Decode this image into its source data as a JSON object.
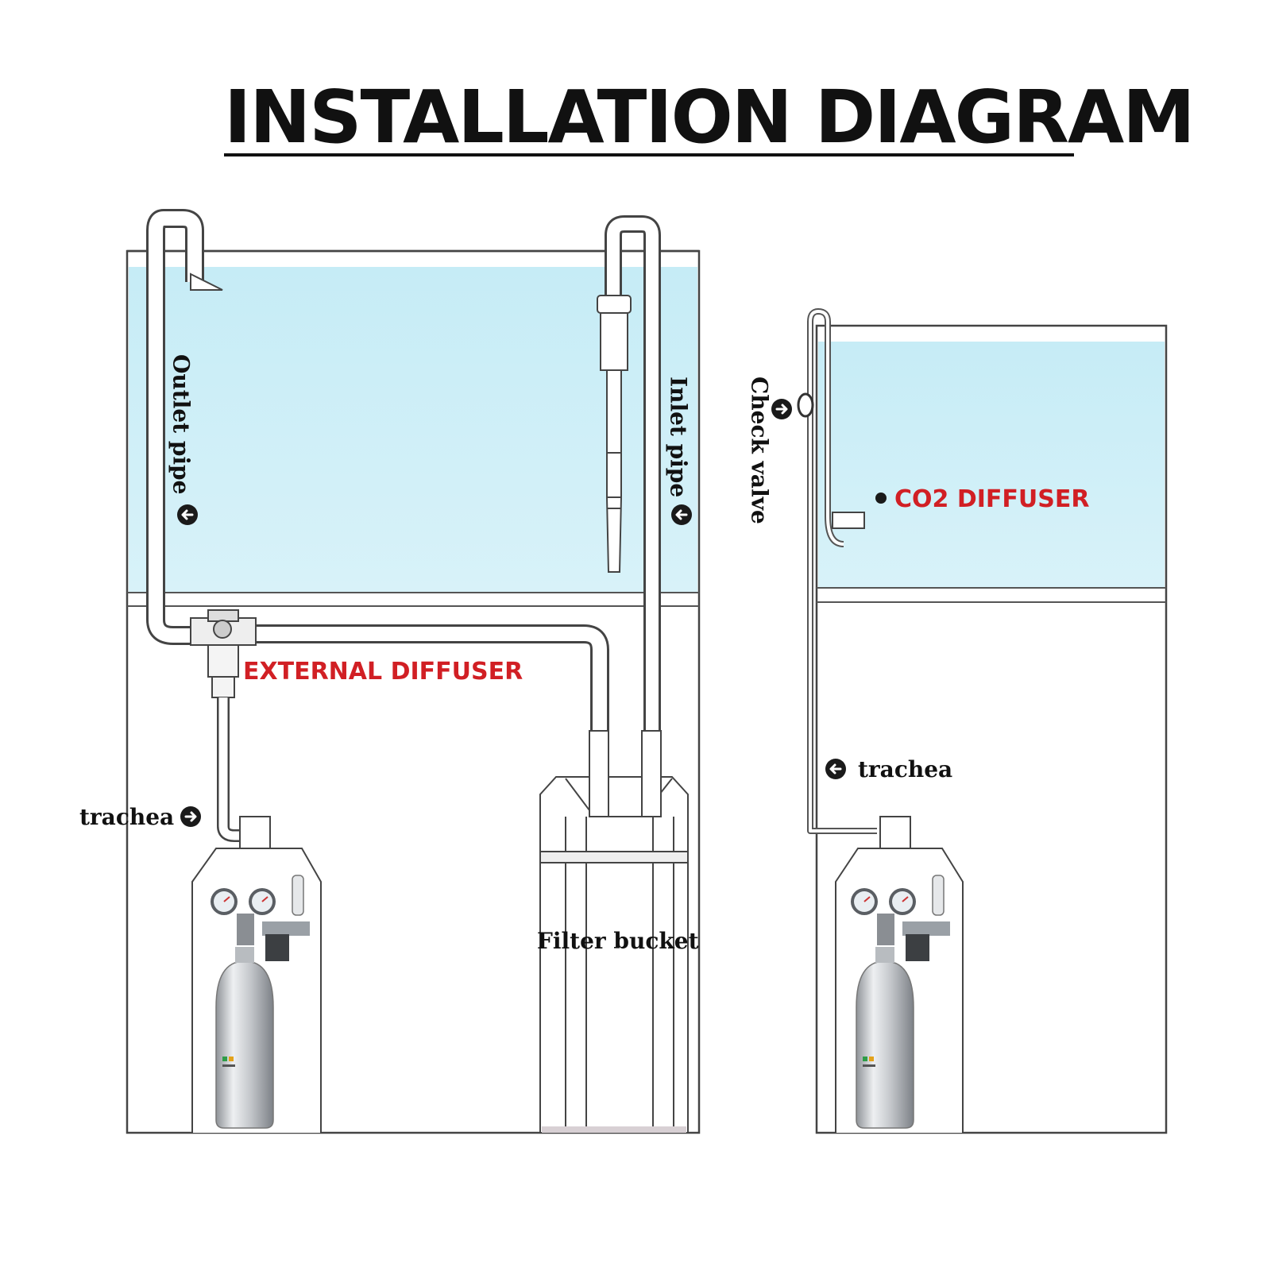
{
  "title": "INSTALLATION DIAGRAM",
  "labels": {
    "outlet_pipe": "Outlet pipe",
    "inlet_pipe": "Inlet pipe",
    "check_valve": "Check valve",
    "co2_diffuser": "CO2 DIFFUSER",
    "external_diffuser": "EXTERNAL DIFFUSER",
    "trachea_left": "trachea",
    "trachea_right": "trachea",
    "filter_bucket": "Filter bucket"
  },
  "icons": [
    "arrow-circle-icon"
  ],
  "colors": {
    "water": "#cdeef7",
    "accent_red": "#d11f24",
    "outline": "#1a1a1a",
    "cylinder": "#c8cbce"
  }
}
